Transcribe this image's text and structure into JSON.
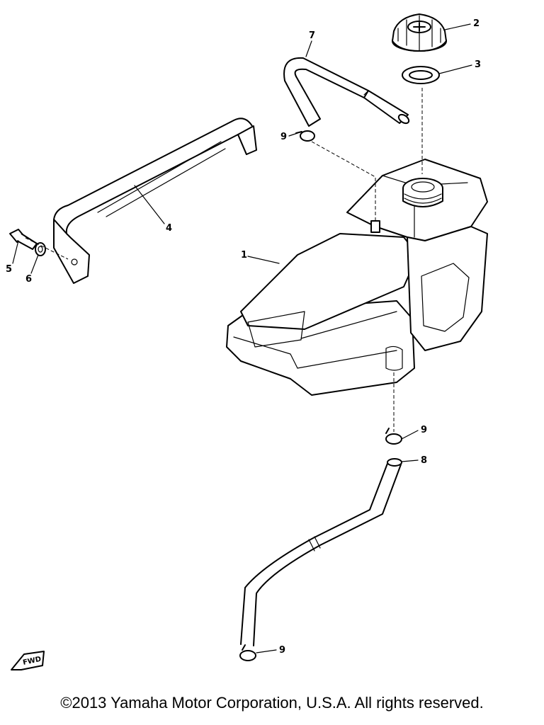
{
  "callouts": {
    "tank": "1",
    "cap": "2",
    "gasket": "3",
    "stay": "4",
    "bolt": "5",
    "washer": "6",
    "vent_hose": "7",
    "fuel_hose": "8",
    "clip": "9"
  },
  "direction_marker": "FWD",
  "copyright": "©2013 Yamaha Motor Corporation, U.S.A. All rights reserved."
}
